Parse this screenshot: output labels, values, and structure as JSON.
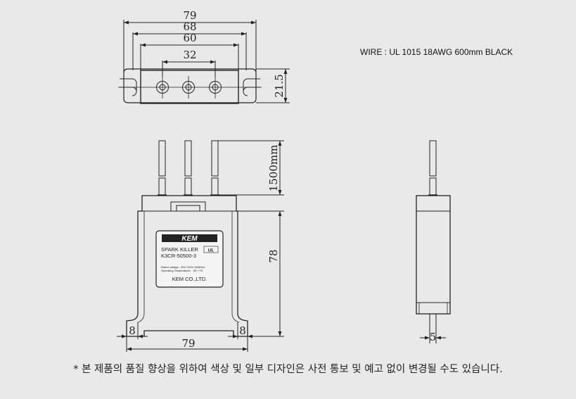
{
  "wire_note": "WIRE : UL 1015 18AWG 600mm BLACK",
  "top_view": {
    "dim_overall": "79",
    "dim_body": "68",
    "dim_mount": "60",
    "dim_pitch": "32",
    "dim_height": "21.5"
  },
  "front_view": {
    "dim_lead": "1500mm",
    "dim_height": "78",
    "dim_tab_left": "8",
    "dim_tab_right": "8",
    "dim_width": "79"
  },
  "side_view": {
    "dim_thickness": "5"
  },
  "label": {
    "brand": "KEM",
    "product_line1": "SPARK KILLER",
    "product_line2": "K3CR-50500-3",
    "spec_line1": "Rated voltage : 200~220V 50/60Hz",
    "spec_line2": "Operating Temperature : -25~+70",
    "maker": "KEM CO.,LTD.",
    "cert_mark": "UL"
  },
  "footnote": "* 본 제품의 품질 향상을 위하여 색상 및 일부 디자인은 사전 통보 및 예고 없이 변경될 수도 있습니다."
}
